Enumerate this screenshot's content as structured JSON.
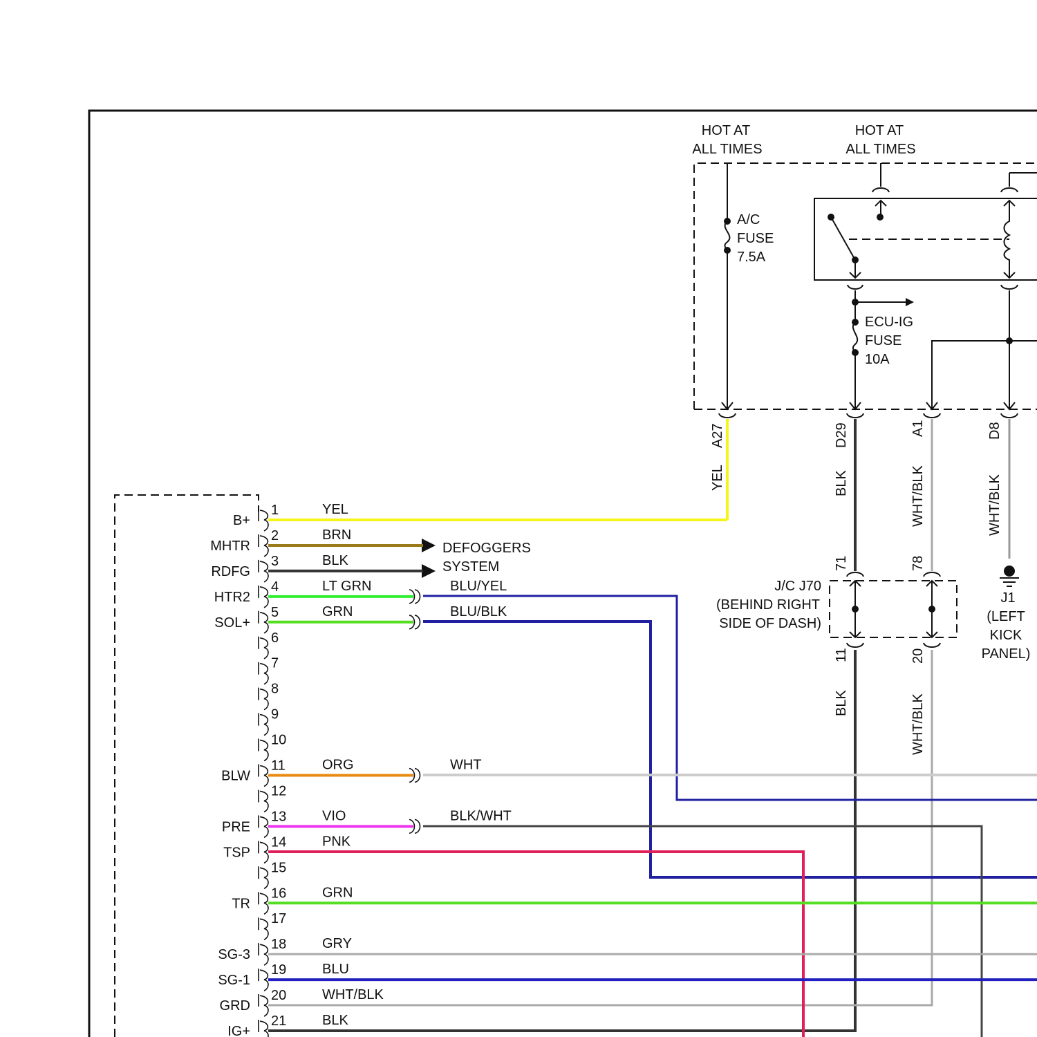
{
  "colors": {
    "YEL": "#f5f51a",
    "BRN": "#9a7a1a",
    "BLK": "#333333",
    "LT_GRN": "#33ee33",
    "GRN": "#55dd22",
    "BLU": "#2020c0",
    "ORG": "#e88a10",
    "WHT": "#cccccc",
    "VIO": "#ee33ee",
    "PNK": "#e0205a",
    "GRY": "#aaaaaa",
    "WHT_BLK": "#999999",
    "BLK_WHT": "#444444"
  },
  "fuse_box": {
    "hot_label_1": [
      "HOT AT",
      "ALL TIMES"
    ],
    "hot_label_2": [
      "HOT AT",
      "ALL TIMES"
    ],
    "ac_fuse": [
      "A/C",
      "FUSE",
      "7.5A"
    ],
    "ecu_fuse": [
      "ECU-IG",
      "FUSE",
      "10A"
    ]
  },
  "vertical_wires": [
    {
      "terminal": "A27",
      "color_label": "YEL"
    },
    {
      "terminal": "D29",
      "color_label": "BLK"
    },
    {
      "terminal": "A1",
      "color_label": "WHT/BLK"
    },
    {
      "terminal": "D8",
      "color_label": "WHT/BLK"
    }
  ],
  "junction": {
    "label": [
      "J/C J70",
      "(BEHIND RIGHT",
      "SIDE OF DASH)"
    ],
    "pins": [
      "71",
      "78",
      "11",
      "20"
    ],
    "lower_wire_labels": [
      "BLK",
      "WHT/BLK"
    ]
  },
  "ground": {
    "label": [
      "J1",
      "(LEFT",
      "KICK",
      "PANEL)"
    ]
  },
  "defoggers_label": [
    "DEFOGGERS",
    "SYSTEM"
  ],
  "pins": [
    {
      "num": "1",
      "name": "B+",
      "wire": "YEL",
      "ext": ""
    },
    {
      "num": "2",
      "name": "MHTR",
      "wire": "BRN",
      "ext": ""
    },
    {
      "num": "3",
      "name": "RDFG",
      "wire": "BLK",
      "ext": ""
    },
    {
      "num": "4",
      "name": "HTR2",
      "wire": "LT GRN",
      "ext": "BLU/YEL"
    },
    {
      "num": "5",
      "name": "SOL+",
      "wire": "GRN",
      "ext": "BLU/BLK"
    },
    {
      "num": "6",
      "name": "",
      "wire": "",
      "ext": ""
    },
    {
      "num": "7",
      "name": "",
      "wire": "",
      "ext": ""
    },
    {
      "num": "8",
      "name": "",
      "wire": "",
      "ext": ""
    },
    {
      "num": "9",
      "name": "",
      "wire": "",
      "ext": ""
    },
    {
      "num": "10",
      "name": "",
      "wire": "",
      "ext": ""
    },
    {
      "num": "11",
      "name": "BLW",
      "wire": "ORG",
      "ext": "WHT"
    },
    {
      "num": "12",
      "name": "",
      "wire": "",
      "ext": ""
    },
    {
      "num": "13",
      "name": "PRE",
      "wire": "VIO",
      "ext": "BLK/WHT"
    },
    {
      "num": "14",
      "name": "TSP",
      "wire": "PNK",
      "ext": ""
    },
    {
      "num": "15",
      "name": "",
      "wire": "",
      "ext": ""
    },
    {
      "num": "16",
      "name": "TR",
      "wire": "GRN",
      "ext": ""
    },
    {
      "num": "17",
      "name": "",
      "wire": "",
      "ext": ""
    },
    {
      "num": "18",
      "name": "SG-3",
      "wire": "GRY",
      "ext": ""
    },
    {
      "num": "19",
      "name": "SG-1",
      "wire": "BLU",
      "ext": ""
    },
    {
      "num": "20",
      "name": "GRD",
      "wire": "WHT/BLK",
      "ext": ""
    },
    {
      "num": "21",
      "name": "IG+",
      "wire": "BLK",
      "ext": ""
    }
  ]
}
